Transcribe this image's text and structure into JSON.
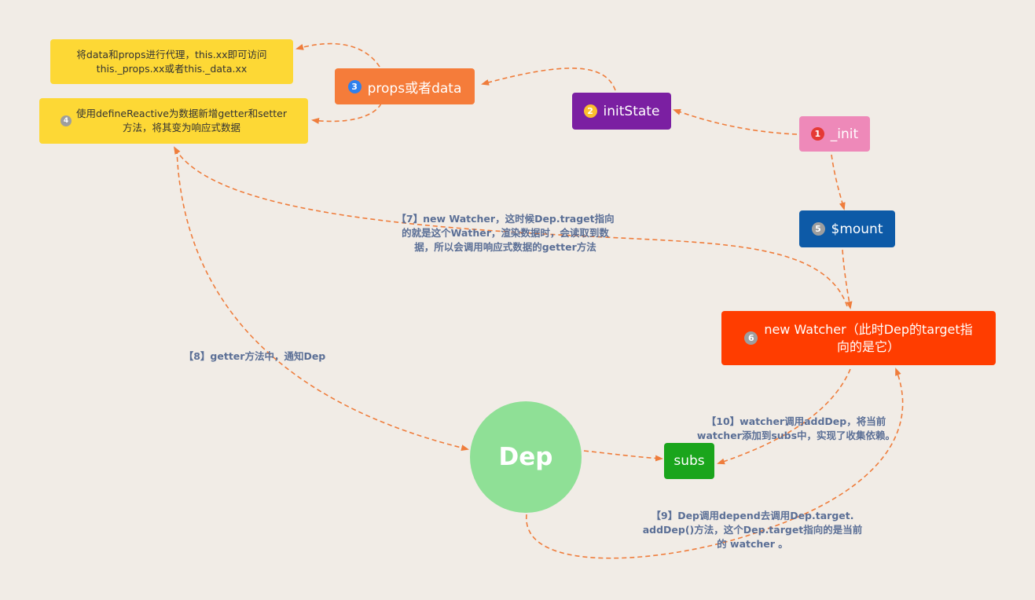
{
  "nodes": {
    "init": {
      "num": "1",
      "label": "_init"
    },
    "initState": {
      "num": "2",
      "label": "initState"
    },
    "props": {
      "num": "3",
      "label": "props或者data"
    },
    "mount": {
      "num": "5",
      "label": "$mount"
    },
    "watcher": {
      "num": "6",
      "label_line1": "new Watcher（此时Dep的target指",
      "label_line2": "向的是它）"
    },
    "dep": {
      "label": "Dep"
    },
    "subs": {
      "label": "subs"
    }
  },
  "notes": {
    "proxy": {
      "line1": "将data和props进行代理，this.xx即可访问",
      "line2": "this._props.xx或者this._data.xx"
    },
    "reactive": {
      "num": "4",
      "line1": "使用defineReactive为数据新增getter和setter",
      "line2": "方法，将其变为响应式数据"
    }
  },
  "edge_labels": {
    "e7": {
      "line1": "【7】new Watcher，这时候Dep.traget指向",
      "line2": "的就是这个Wather，渲染数据时，会读取到数",
      "line3": "据，所以会调用响应式数据的getter方法"
    },
    "e8": {
      "line1": "【8】getter方法中，通知Dep"
    },
    "e10": {
      "line1": "【10】watcher调用addDep，将当前",
      "line2": "watcher添加到subs中，实现了收集依赖。"
    },
    "e9": {
      "line1": "【9】Dep调用depend去调用Dep.target.",
      "line2": "addDep()方法，这个Dep.target指向的是当前",
      "line3": "的 watcher 。"
    }
  },
  "colors": {
    "background": "#f1ece6",
    "edge": "#ef7d3c",
    "init": "#ee89b9",
    "initState": "#7b1fa2",
    "props": "#f57c3a",
    "mount": "#0d5aa7",
    "watcher": "#ff3d00",
    "dep": "#8fe096",
    "subs": "#1aa51c",
    "note": "#fdd835",
    "edge_label": "#5b6f96",
    "badge_red": "#e53935",
    "badge_yellow": "#fbc02d",
    "badge_blue": "#2f80ed",
    "badge_gray": "#9e9e9e"
  }
}
